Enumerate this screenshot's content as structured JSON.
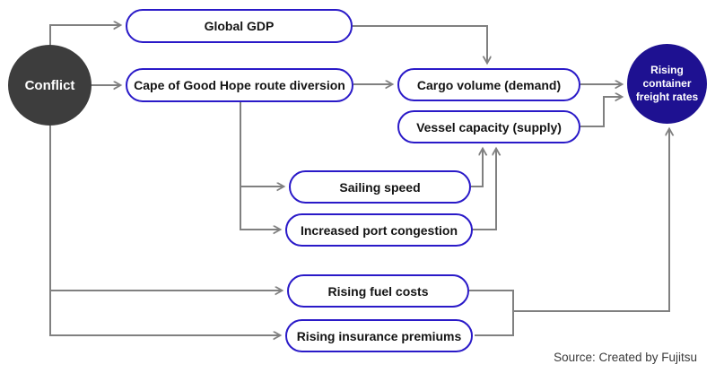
{
  "diagram": {
    "nodes": {
      "conflict": {
        "label": "Conflict",
        "shape": "circle"
      },
      "global_gdp": {
        "label": "Global GDP",
        "shape": "pill"
      },
      "cape_route": {
        "label": "Cape of Good Hope route diversion",
        "shape": "pill"
      },
      "cargo_volume": {
        "label": "Cargo volume (demand)",
        "shape": "pill"
      },
      "vessel_capacity": {
        "label": "Vessel capacity (supply)",
        "shape": "pill"
      },
      "sailing_speed": {
        "label": "Sailing speed",
        "shape": "pill"
      },
      "port_congestion": {
        "label": "Increased port congestion",
        "shape": "pill"
      },
      "fuel_costs": {
        "label": "Rising fuel costs",
        "shape": "pill"
      },
      "insurance_premiums": {
        "label": "Rising insurance premiums",
        "shape": "pill"
      },
      "freight_rates": {
        "label": "Rising container freight rates",
        "shape": "circle"
      }
    },
    "edges": [
      {
        "from": "conflict",
        "to": "global_gdp"
      },
      {
        "from": "conflict",
        "to": "cape_route"
      },
      {
        "from": "conflict",
        "to": "fuel_costs"
      },
      {
        "from": "conflict",
        "to": "insurance_premiums"
      },
      {
        "from": "global_gdp",
        "to": "cargo_volume"
      },
      {
        "from": "cape_route",
        "to": "cargo_volume"
      },
      {
        "from": "cape_route",
        "to": "sailing_speed"
      },
      {
        "from": "cape_route",
        "to": "port_congestion"
      },
      {
        "from": "sailing_speed",
        "to": "vessel_capacity"
      },
      {
        "from": "port_congestion",
        "to": "vessel_capacity"
      },
      {
        "from": "cargo_volume",
        "to": "freight_rates"
      },
      {
        "from": "vessel_capacity",
        "to": "freight_rates"
      },
      {
        "from": "fuel_costs",
        "to": "freight_rates"
      },
      {
        "from": "insurance_premiums",
        "to": "freight_rates"
      }
    ],
    "source_note": "Source: Created by Fujitsu",
    "colors": {
      "pill_border": "#2a1ac8",
      "pill_text": "#141414",
      "conflict_circle_fill": "#3d3d3d",
      "freight_circle_fill": "#1e1191",
      "circle_text": "#ffffff",
      "connector": "#808080"
    }
  }
}
